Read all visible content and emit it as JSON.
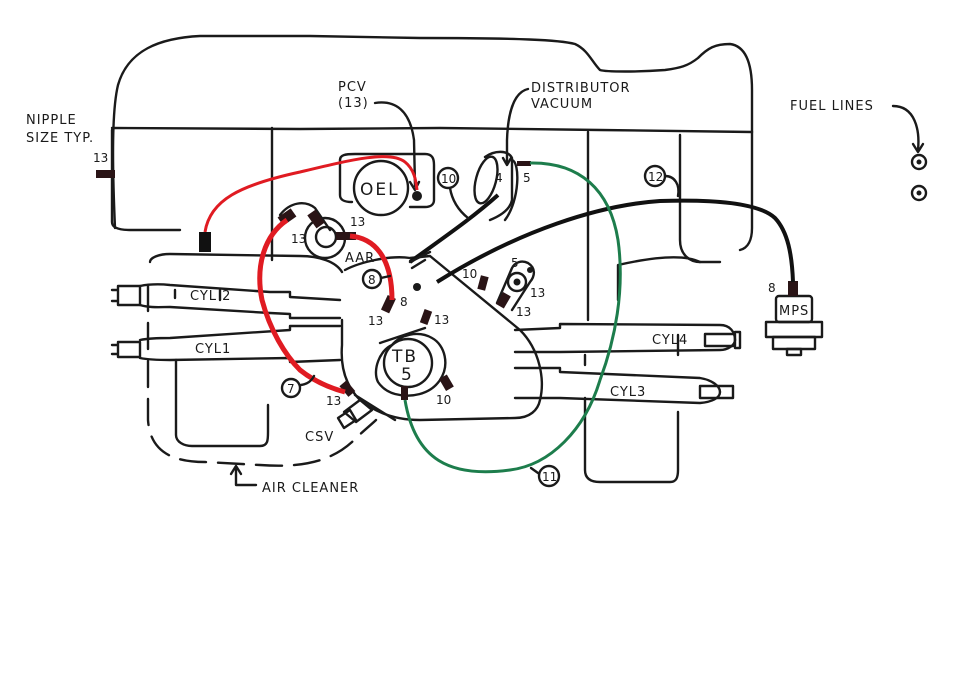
{
  "colors": {
    "ink": "#1a1a1a",
    "red_hose": "#e01b22",
    "green_hose": "#1d7d4c",
    "black_hose": "#111111",
    "nipple": "#2a1416"
  },
  "labels": {
    "nipple_size_line1": "NIPPLE",
    "nipple_size_line2": "SIZE TYP.",
    "nipple_example_size": "13",
    "pcv_line1": "PCV",
    "pcv_line2": "(13)",
    "distributor_line1": "DISTRIBUTOR",
    "distributor_line2": "VACUUM",
    "fuel_lines": "FUEL LINES",
    "oel": "OEL",
    "aar": "AAR",
    "tb_line1": "TB",
    "tb_line2": "5",
    "csv": "CSV",
    "mps": "MPS",
    "air_cleaner": "AIR CLEANER",
    "cyl1": "CYL1",
    "cyl2": "CYL 2",
    "cyl3": "CYL3",
    "cyl4": "CYL4",
    "distributor_nipple": "4"
  },
  "hose_callouts": {
    "hose7": "7",
    "hose8": "8",
    "hose10": "10",
    "hose11": "11",
    "hose12": "12"
  },
  "nipple_sizes": {
    "aar_left": "13",
    "aar_right": "13",
    "plenum_left": "13",
    "plenum_8": "8",
    "plenum_center": "13",
    "plenum_10": "10",
    "plenum_5": "5",
    "plenum_13a": "13",
    "plenum_13b": "13",
    "distributor": "5",
    "tb_right": "10",
    "csv": "13",
    "mps": "8"
  }
}
